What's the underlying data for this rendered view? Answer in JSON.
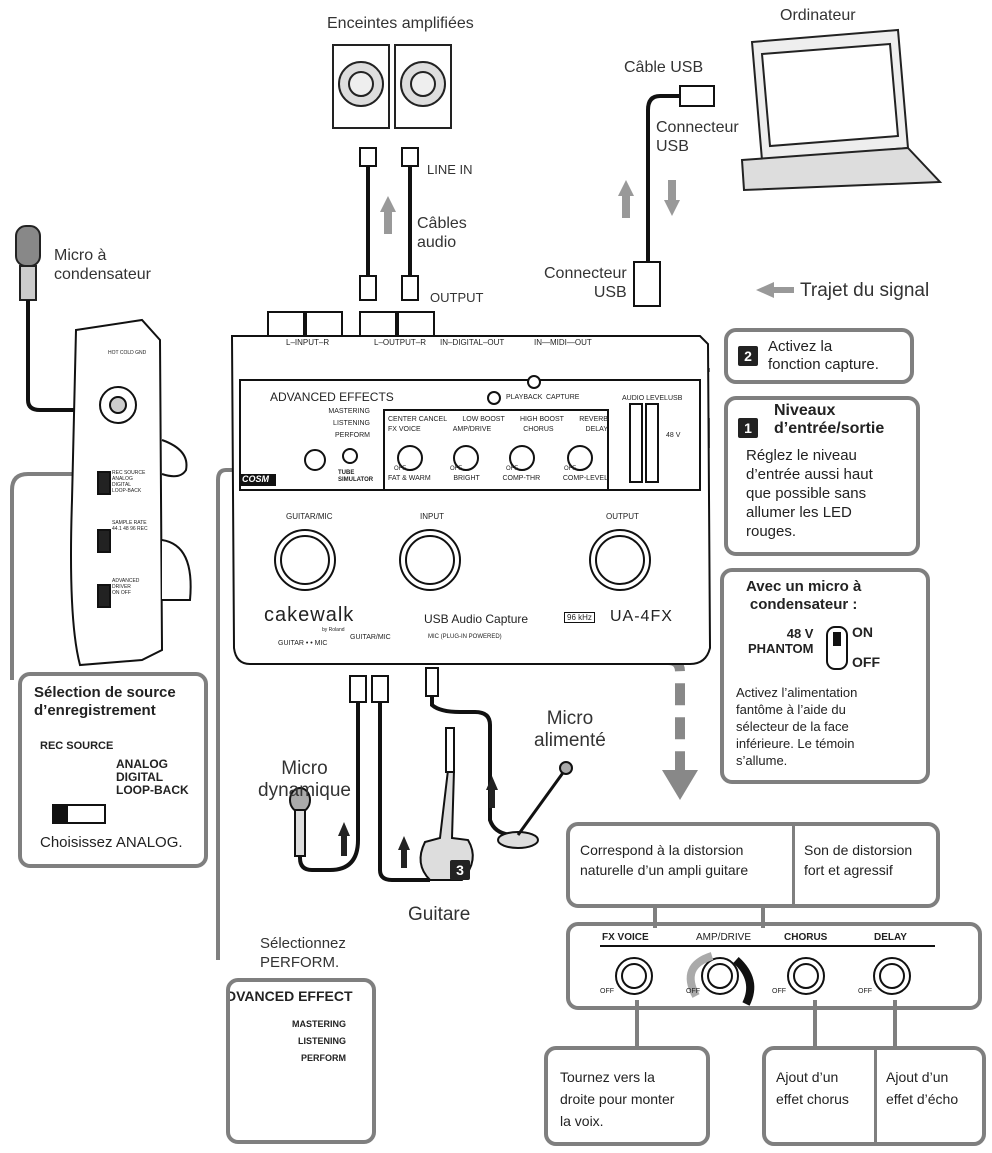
{
  "top": {
    "speakers": "Enceintes amplifiées",
    "computer": "Ordinateur",
    "usb_cable": "Câble USB",
    "usb_connector_top": "Connecteur\nUSB",
    "usb_connector_bottom": "Connecteur\nUSB",
    "line_in": "LINE IN",
    "audio_cables": "Câbles\naudio",
    "output": "OUTPUT",
    "signal_path": "Trajet du signal",
    "condenser_mic": "Micro à\ncondensateur"
  },
  "device": {
    "rear_labels": [
      "L–INPUT–R",
      "L–OUTPUT–R",
      "IN–DIGITAL–OUT",
      "IN—MIDI—OUT"
    ],
    "advanced_effects": "ADVANCED EFFECTS",
    "playback": "PLAYBACK",
    "capture": "CAPTURE",
    "audio_level": "AUDIO LEVEL",
    "usb": "USB",
    "modes": [
      "MASTERING",
      "LISTENING",
      "PERFORM"
    ],
    "fx_row1": [
      "CENTER CANCEL",
      "LOW BOOST",
      "HIGH BOOST",
      "REVERB"
    ],
    "fx_row2": [
      "FX VOICE",
      "AMP/DRIVE",
      "CHORUS",
      "DELAY"
    ],
    "fx_row3": [
      "FAT & WARM",
      "BRIGHT",
      "COMP-THR",
      "COMP-LEVEL"
    ],
    "knob_off": "OFF",
    "cosm": "COSM",
    "tube_simulator": "TUBE\nSIMULATOR",
    "guitar_mic": "GUITAR/MIC",
    "input": "INPUT",
    "output": "OUTPUT",
    "brand": "cakewalk",
    "by_roland": "by Roland",
    "usb_audio_capture": "USB Audio Capture",
    "rate": "96 kHz",
    "model": "UA-4FX",
    "switch_guitar_mic": "GUITAR • • MIC",
    "jack_guitar_mic": "GUITAR/MIC",
    "jack_mic": "MIC (PLUG-IN POWERED)",
    "phantom_48v": "48 V",
    "side_hot": "HOT COLD GND",
    "side_rec_source": "REC SOURCE",
    "side_analog": "ANALOG",
    "side_digital": "DIGITAL",
    "side_loopback": "LOOP-BACK",
    "side_sample_rate": "SAMPLE RATE",
    "side_rates": "44.1 48 96 REC",
    "side_advanced": "ADVANCED DRIVER",
    "side_on_off": "ON OFF"
  },
  "callout2": {
    "num": "2",
    "text": "Activez la\nfonction capture."
  },
  "callout1": {
    "num": "1",
    "title": "Niveaux\nd’entrée/sortie",
    "text": "Réglez le niveau\nd’entrée aussi haut\nque possible sans\nallumer les LED\nrouges."
  },
  "phantom": {
    "title": "Avec un micro à\ncondensateur :",
    "switch_label": "48 V\nPHANTOM",
    "on": "ON",
    "off": "OFF",
    "text": "Activez l’alimentation\nfantôme à l’aide du\nsélecteur de la face\ninférieure. Le témoin\ns’allume."
  },
  "rec_source": {
    "title": "Sélection de source\nd’enregistrement",
    "label": "REC SOURCE",
    "options": [
      "ANALOG",
      "DIGITAL",
      "LOOP-BACK"
    ],
    "text": "Choisissez ANALOG."
  },
  "sources": {
    "dynamic_mic": "Micro\ndynamique",
    "powered_mic": "Micro\nalimenté",
    "guitar": "Guitare",
    "guitar_num": "3"
  },
  "perform_note": {
    "text": "Sélectionnez\nPERFORM.",
    "zoom_title": "DVANCED EFFECT",
    "modes": [
      "MASTERING",
      "LISTENING",
      "PERFORM"
    ],
    "tube": "TUBE\nSIMULATOR"
  },
  "amp_desc": {
    "left": "Correspond à la distorsion\nnaturelle d’un ampli guitare",
    "right": "Son de distorsion\nfort et agressif"
  },
  "fx_panel": {
    "labels": [
      "FX VOICE",
      "AMP/DRIVE",
      "CHORUS",
      "DELAY"
    ],
    "off": "OFF"
  },
  "bottom_desc": {
    "voice": "Tournez vers la\ndroite pour monter\nla voix.",
    "chorus": "Ajout d’un\neffet chorus",
    "delay": "Ajout d’un\neffet d’écho"
  },
  "colors": {
    "callout_border": "#7f7f7f",
    "arrow_gray": "#888888",
    "device_line": "#111111"
  }
}
